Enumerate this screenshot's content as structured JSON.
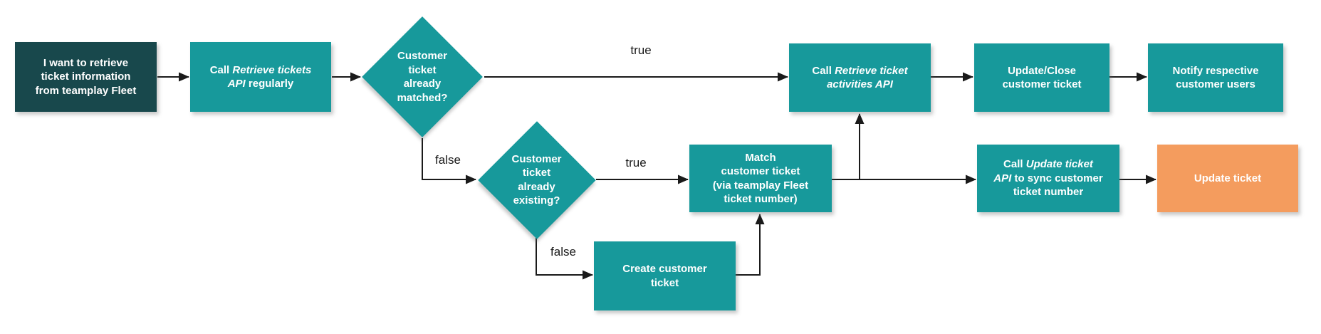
{
  "colors": {
    "teal": "#17999B",
    "dark_teal": "#18484C",
    "orange": "#F49C5E",
    "arrow": "#1A1A1A",
    "label_text": "#1A1A1A",
    "node_text": "#FFFFFF"
  },
  "nodes": {
    "start": {
      "type": "start",
      "segments": [
        {
          "text": "I want to retrieve\nticket information\nfrom teamplay Fleet",
          "italic": false
        }
      ]
    },
    "call_retrieve_tickets": {
      "type": "process",
      "segments": [
        {
          "text": "Call ",
          "italic": false
        },
        {
          "text": "Retrieve tickets\nAPI",
          "italic": true
        },
        {
          "text": " regularly",
          "italic": false
        }
      ]
    },
    "decision_matched": {
      "type": "decision",
      "segments": [
        {
          "text": "Customer\nticket\nalready\nmatched?",
          "italic": false
        }
      ]
    },
    "decision_existing": {
      "type": "decision",
      "segments": [
        {
          "text": "Customer\nticket\nalready\nexisting?",
          "italic": false
        }
      ]
    },
    "call_retrieve_activities": {
      "type": "process",
      "segments": [
        {
          "text": "Call ",
          "italic": false
        },
        {
          "text": "Retrieve ticket\nactivities API",
          "italic": true
        }
      ]
    },
    "update_close_ticket": {
      "type": "process",
      "segments": [
        {
          "text": "Update/Close\ncustomer ticket",
          "italic": false
        }
      ]
    },
    "notify_users": {
      "type": "process",
      "segments": [
        {
          "text": "Notify respective\ncustomer users",
          "italic": false
        }
      ]
    },
    "match_ticket": {
      "type": "process",
      "segments": [
        {
          "text": "Match\ncustomer ticket\n(via teamplay Fleet\nticket number)",
          "italic": false
        }
      ]
    },
    "call_update_ticket": {
      "type": "process",
      "segments": [
        {
          "text": "Call ",
          "italic": false
        },
        {
          "text": "Update ticket\nAPI",
          "italic": true
        },
        {
          "text": " to sync customer\nticket number",
          "italic": false
        }
      ]
    },
    "update_ticket": {
      "type": "terminal",
      "segments": [
        {
          "text": "Update ticket",
          "italic": false
        }
      ]
    },
    "create_ticket": {
      "type": "process",
      "segments": [
        {
          "text": "Create customer\nticket",
          "italic": false
        }
      ]
    }
  },
  "edge_labels": {
    "matched_true": "true",
    "matched_false": "false",
    "existing_true": "true",
    "existing_false": "false"
  }
}
